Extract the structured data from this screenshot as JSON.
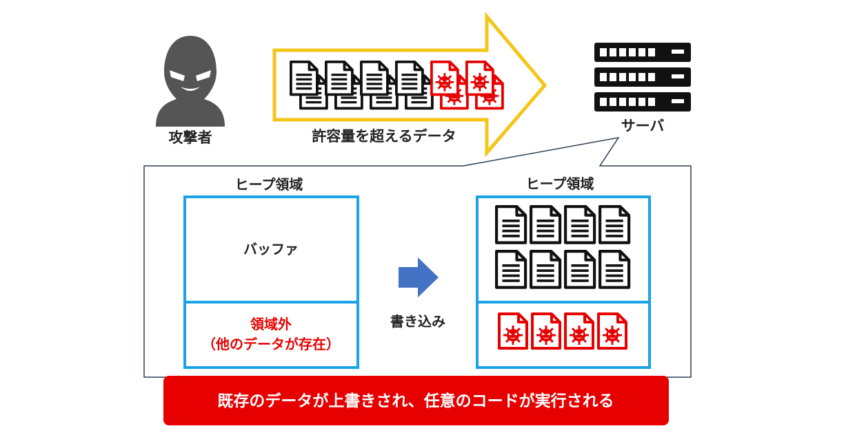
{
  "attacker": {
    "label": "攻撃者",
    "icon": "attacker-icon"
  },
  "server": {
    "label": "サーバ",
    "icon": "server-icon"
  },
  "payload": {
    "label": "許容量を超えるデータ",
    "normal_docs": 4,
    "malicious_docs": 2
  },
  "heap_before": {
    "title": "ヒープ領域",
    "buffer_label": "バッファ",
    "outside_label": "領域外",
    "outside_note": "（他のデータが存在）"
  },
  "write": {
    "label": "書き込み"
  },
  "heap_after": {
    "title": "ヒープ領域",
    "normal_docs": 8,
    "malicious_docs": 4
  },
  "result": {
    "text": "既存のデータが上書きされ、任意のコードが実行される"
  },
  "colors": {
    "arrow_outline": "#f5c518",
    "heap_border": "#1aa3e8",
    "danger": "#e60000",
    "write_arrow": "#4472c4",
    "dark": "#111111"
  }
}
